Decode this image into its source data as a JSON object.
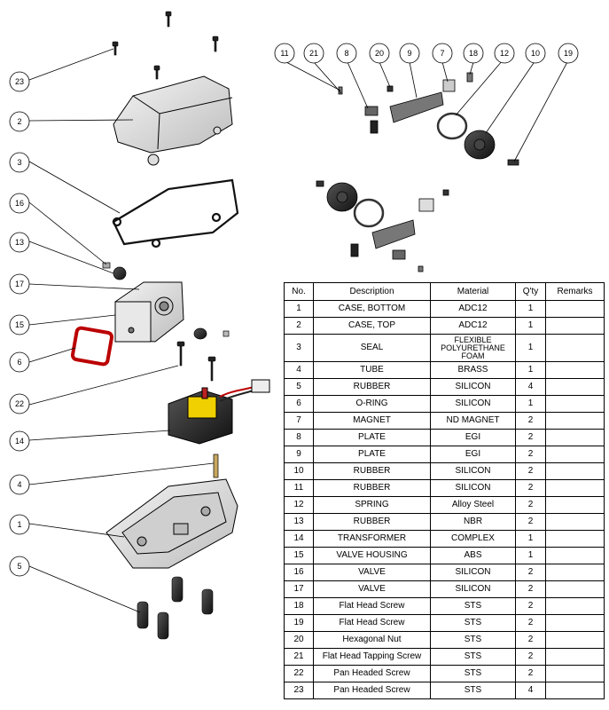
{
  "callouts": {
    "c23": "23",
    "c2": "2",
    "c3": "3",
    "c16": "16",
    "c13": "13",
    "c17": "17",
    "c15": "15",
    "c6": "6",
    "c22": "22",
    "c14": "14",
    "c4": "4",
    "c1": "1",
    "c5": "5",
    "c11": "11",
    "c21": "21",
    "c8": "8",
    "c20": "20",
    "c9": "9",
    "c7": "7",
    "c18": "18",
    "c12": "12",
    "c10": "10",
    "c19": "19"
  },
  "bom": {
    "headers": [
      "No.",
      "Description",
      "Material",
      "Q'ty",
      "Remarks"
    ],
    "rows": [
      {
        "no": "1",
        "desc": "CASE, BOTTOM",
        "mat": "ADC12",
        "qty": "1",
        "rem": ""
      },
      {
        "no": "2",
        "desc": "CASE, TOP",
        "mat": "ADC12",
        "qty": "1",
        "rem": ""
      },
      {
        "no": "3",
        "desc": "SEAL",
        "mat": "FLEXIBLE POLYURETHANE FOAM",
        "qty": "1",
        "rem": ""
      },
      {
        "no": "4",
        "desc": "TUBE",
        "mat": "BRASS",
        "qty": "1",
        "rem": ""
      },
      {
        "no": "5",
        "desc": "RUBBER",
        "mat": "SILICON",
        "qty": "4",
        "rem": ""
      },
      {
        "no": "6",
        "desc": "O-RING",
        "mat": "SILICON",
        "qty": "1",
        "rem": ""
      },
      {
        "no": "7",
        "desc": "MAGNET",
        "mat": "ND MAGNET",
        "qty": "2",
        "rem": ""
      },
      {
        "no": "8",
        "desc": "PLATE",
        "mat": "EGI",
        "qty": "2",
        "rem": ""
      },
      {
        "no": "9",
        "desc": "PLATE",
        "mat": "EGI",
        "qty": "2",
        "rem": ""
      },
      {
        "no": "10",
        "desc": "RUBBER",
        "mat": "SILICON",
        "qty": "2",
        "rem": ""
      },
      {
        "no": "11",
        "desc": "RUBBER",
        "mat": "SILICON",
        "qty": "2",
        "rem": ""
      },
      {
        "no": "12",
        "desc": "SPRING",
        "mat": "Alloy Steel",
        "qty": "2",
        "rem": ""
      },
      {
        "no": "13",
        "desc": "RUBBER",
        "mat": "NBR",
        "qty": "2",
        "rem": ""
      },
      {
        "no": "14",
        "desc": "TRANSFORMER",
        "mat": "COMPLEX",
        "qty": "1",
        "rem": ""
      },
      {
        "no": "15",
        "desc": "VALVE HOUSING",
        "mat": "ABS",
        "qty": "1",
        "rem": ""
      },
      {
        "no": "16",
        "desc": "VALVE",
        "mat": "SILICON",
        "qty": "2",
        "rem": ""
      },
      {
        "no": "17",
        "desc": "VALVE",
        "mat": "SILICON",
        "qty": "2",
        "rem": ""
      },
      {
        "no": "18",
        "desc": "Flat Head Screw",
        "mat": "STS",
        "qty": "2",
        "rem": ""
      },
      {
        "no": "19",
        "desc": "Flat Head Screw",
        "mat": "STS",
        "qty": "2",
        "rem": ""
      },
      {
        "no": "20",
        "desc": "Hexagonal Nut",
        "mat": "STS",
        "qty": "2",
        "rem": ""
      },
      {
        "no": "21",
        "desc": "Flat Head Tapping Screw",
        "mat": "STS",
        "qty": "2",
        "rem": ""
      },
      {
        "no": "22",
        "desc": "Pan Headed Screw",
        "mat": "STS",
        "qty": "2",
        "rem": ""
      },
      {
        "no": "23",
        "desc": "Pan Headed Screw",
        "mat": "STS",
        "qty": "4",
        "rem": ""
      }
    ]
  }
}
